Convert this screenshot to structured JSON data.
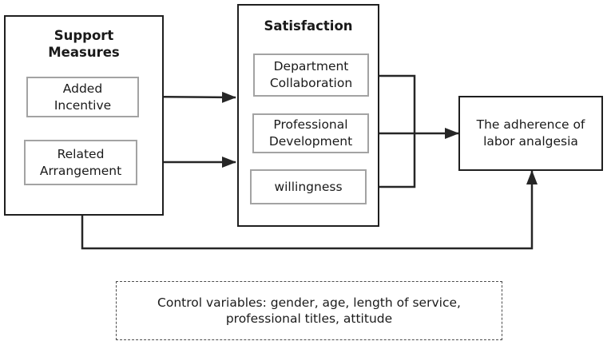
{
  "support": {
    "title": "Support\nMeasures",
    "items": [
      {
        "label": "Added\nIncentive"
      },
      {
        "label": "Related\nArrangement"
      }
    ]
  },
  "satisfaction": {
    "title": "Satisfaction",
    "items": [
      {
        "label": "Department\nCollaboration"
      },
      {
        "label": "Professional\nDevelopment"
      },
      {
        "label": "willingness"
      }
    ]
  },
  "outcome": {
    "label": "The adherence of\nlabor analgesia"
  },
  "control": {
    "label": "Control variables: gender, age, length of service,\nprofessional titles, attitude"
  },
  "colors": {
    "outer_border": "#1f1f1f",
    "inner_border": "#a3a3a3",
    "arrow": "#262626"
  }
}
